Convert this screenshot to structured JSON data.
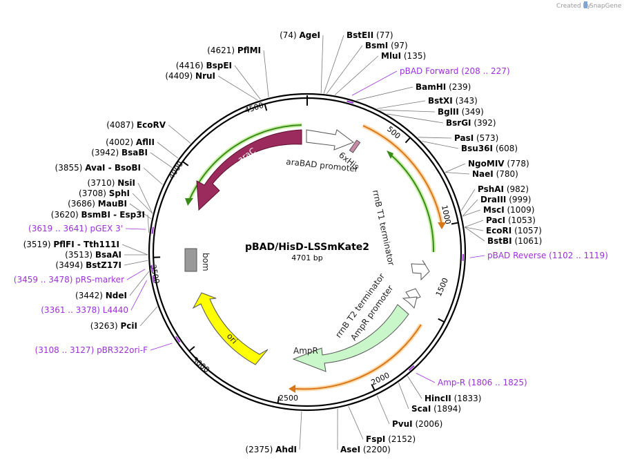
{
  "title": "pBAD/HisD-LSSmKate2",
  "length_label": "4701 bp",
  "created_by": "Created by",
  "brand": "SnapGene",
  "features": {
    "araC": "araC",
    "araBAD": "araBAD promoter",
    "his": "6xHis",
    "rrnB_T1": "rrnB T1 terminator",
    "rrnB_T2": "rrnB T2 terminator",
    "ampR_promoter": "AmpR promoter",
    "ampR": "AmpR",
    "ori": "ori",
    "bom": "bom"
  },
  "ticks": [
    "500",
    "1000",
    "1500",
    "2000",
    "2500",
    "3000",
    "3500",
    "4000",
    "4500"
  ],
  "sites": [
    {
      "name": "AgeI",
      "pos": "(74)"
    },
    {
      "name": "PflMI",
      "pos": "(4621)"
    },
    {
      "name": "BstEII",
      "pos": "(77)"
    },
    {
      "name": "BsmI",
      "pos": "(97)"
    },
    {
      "name": "MluI",
      "pos": "(135)"
    },
    {
      "name": "BspEI",
      "pos": "(4416)"
    },
    {
      "name": "NruI",
      "pos": "(4409)"
    },
    {
      "name": "BamHI",
      "pos": "(239)"
    },
    {
      "name": "BstXI",
      "pos": "(343)"
    },
    {
      "name": "BglII",
      "pos": "(349)"
    },
    {
      "name": "BsrGI",
      "pos": "(392)"
    },
    {
      "name": "PasI",
      "pos": "(573)"
    },
    {
      "name": "Bsu36I",
      "pos": "(608)"
    },
    {
      "name": "NgoMIV",
      "pos": "(778)"
    },
    {
      "name": "NaeI",
      "pos": "(780)"
    },
    {
      "name": "PshAI",
      "pos": "(982)"
    },
    {
      "name": "DraIII",
      "pos": "(999)"
    },
    {
      "name": "MscI",
      "pos": "(1009)"
    },
    {
      "name": "PacI",
      "pos": "(1053)"
    },
    {
      "name": "EcoRI",
      "pos": "(1057)"
    },
    {
      "name": "BstBI",
      "pos": "(1061)"
    },
    {
      "name": "EcoRV",
      "pos": "(4087)"
    },
    {
      "name": "AflII",
      "pos": "(4002)"
    },
    {
      "name": "BsaBI",
      "pos": "(3942)"
    },
    {
      "name": "AvaI - BsoBI",
      "pos": "(3855)"
    },
    {
      "name": "NsiI",
      "pos": "(3710)"
    },
    {
      "name": "SphI",
      "pos": "(3708)"
    },
    {
      "name": "MauBI",
      "pos": "(3686)"
    },
    {
      "name": "BsmBI - Esp3I",
      "pos": "(3620)"
    },
    {
      "name": "PflFI - Tth111I",
      "pos": "(3519)"
    },
    {
      "name": "BsaAI",
      "pos": "(3513)"
    },
    {
      "name": "BstZ17I",
      "pos": "(3494)"
    },
    {
      "name": "NdeI",
      "pos": "(3442)"
    },
    {
      "name": "PciI",
      "pos": "(3263)"
    },
    {
      "name": "HincII",
      "pos": "(1833)"
    },
    {
      "name": "ScaI",
      "pos": "(1894)"
    },
    {
      "name": "PvuI",
      "pos": "(2006)"
    },
    {
      "name": "FspI",
      "pos": "(2152)"
    },
    {
      "name": "AseI",
      "pos": "(2200)"
    },
    {
      "name": "AhdI",
      "pos": "(2375)"
    }
  ],
  "primers": [
    {
      "name": "pBAD Forward",
      "range": "(208 .. 227)"
    },
    {
      "name": "pBAD Reverse",
      "range": "(1102 .. 1119)"
    },
    {
      "name": "pGEX 3'",
      "range": "(3619 .. 3641)"
    },
    {
      "name": "pRS-marker",
      "range": "(3459 .. 3478)"
    },
    {
      "name": "L4440",
      "range": "(3361 .. 3378)"
    },
    {
      "name": "pBR322ori-F",
      "range": "(3108 .. 3127)"
    },
    {
      "name": "Amp-R",
      "range": "(1806 .. 1825)"
    }
  ],
  "colors": {
    "araC": "#9b2b5c",
    "ori": "#ffff00",
    "ampR": "#c9f7c9",
    "bom": "#999999",
    "primer": "#9b30d9",
    "green_arrow": "#3a8a1a",
    "orange_arrow": "#d8761a",
    "his": "#c98aa8"
  }
}
